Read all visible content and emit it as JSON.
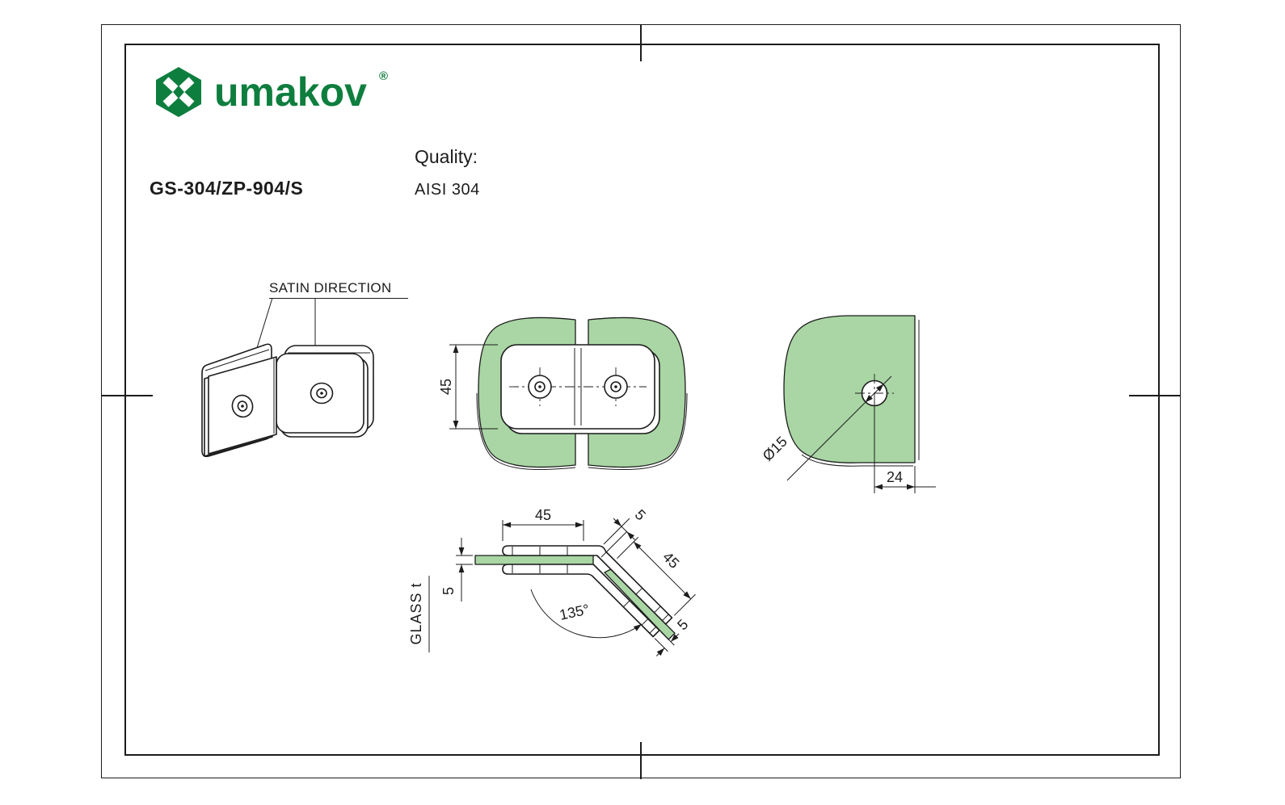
{
  "sheet": {
    "part_number": "GS-304/ZP-904/S",
    "quality_label": "Quality:",
    "quality_value": "AISI 304"
  },
  "logo": {
    "brand": "umakov",
    "registered_mark": "®"
  },
  "views": {
    "perspective": {
      "label_satin_direction": "SATIN DIRECTION"
    },
    "front": {
      "dim_height": "45"
    },
    "glass_cutout": {
      "dim_hole_diameter": "Ø15",
      "dim_hole_to_edge": "24"
    },
    "top": {
      "dim_arm_length_left": "45",
      "dim_arm_length_right": "45",
      "dim_plate_thickness_bend": "5",
      "dim_plate_thickness_end": "5",
      "dim_glass_thickness": "5",
      "dim_angle": "135°",
      "label_glass_thickness": "GLASS t"
    }
  },
  "colors": {
    "brand_green": "#0e7e3e",
    "glass_green": "#a9d6a4",
    "line": "#1c1c1c"
  }
}
